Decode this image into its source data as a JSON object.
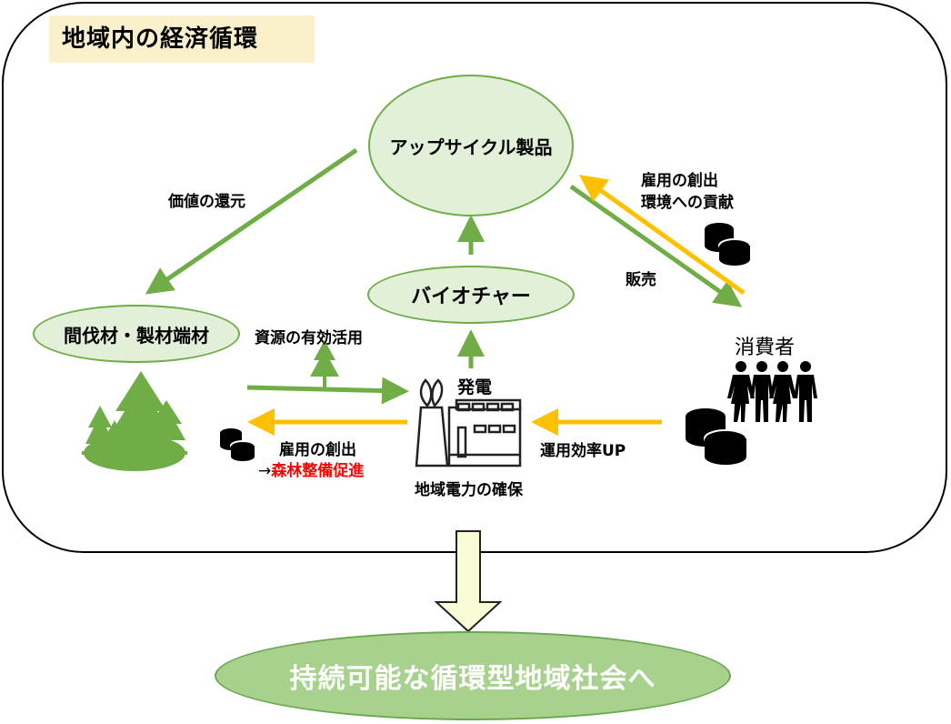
{
  "title": "地域内の経済循環",
  "nodes": {
    "upcycle": "アップサイクル製品",
    "biochar": "バイオチャー",
    "timber": "間伐材・製材端材",
    "consumer": "消費者",
    "power": "発電",
    "power_caption": "地域電力の確保"
  },
  "labels": {
    "value_return": "価値の還元",
    "employment_env_line1": "雇用の創出",
    "employment_env_line2": "環境への貢献",
    "sales": "販売",
    "resource_use": "資源の有効活用",
    "employment_forest_line1": "雇用の創出",
    "employment_forest_arrow": "→",
    "employment_forest_line2": "森林整備促進",
    "efficiency": "運用効率UP"
  },
  "goal": "持続可能な循環型地域社会へ",
  "colors": {
    "green_arrow": "#70ad47",
    "yellow_arrow": "#ffc000",
    "node_fill": "#e2efd9",
    "title_fill": "#fbf0cc",
    "goal_fill": "#a9d18e",
    "down_arrow_fill": "#f9fdd6",
    "highlight_red": "#ff0000"
  },
  "icons": [
    "forest-icon",
    "tree-icon",
    "coins-icon",
    "power-plant-icon",
    "people-icon",
    "down-arrow-icon"
  ]
}
